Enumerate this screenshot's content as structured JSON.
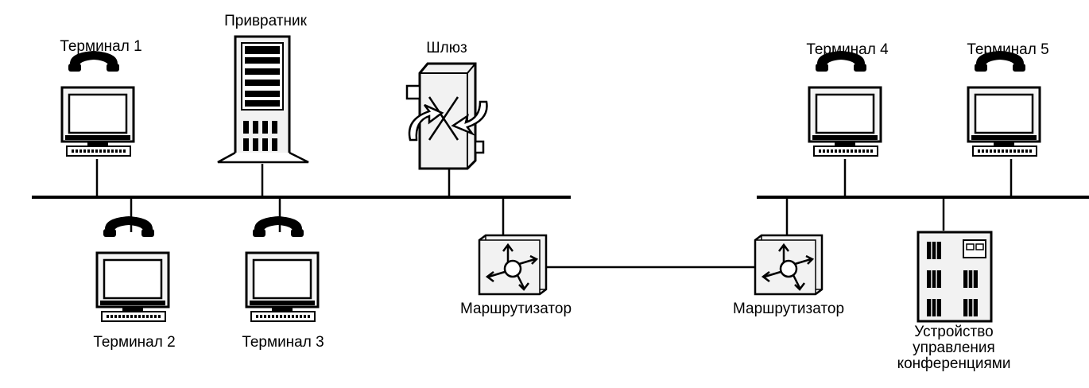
{
  "labels": {
    "terminal_1": "Терминал 1",
    "terminal_2": "Терминал 2",
    "terminal_3": "Терминал 3",
    "terminal_4": "Терминал 4",
    "terminal_5": "Терминал 5",
    "gatekeeper": "Привратник",
    "gateway": "Шлюз",
    "router_left": "Маршрутизатор",
    "router_right": "Маршрутизатор",
    "mcu_line_1": "Устройство",
    "mcu_line_2": "управления",
    "mcu_line_3": "конференциями"
  },
  "icons": {
    "terminal": "terminal-icon",
    "gatekeeper": "server-tower-icon",
    "gateway": "gateway-icon",
    "router": "router-icon",
    "mcu": "mcu-rack-icon"
  },
  "colors": {
    "ink": "#000000",
    "screen": "#ffffff",
    "body_shade": "#f2f2f2"
  }
}
